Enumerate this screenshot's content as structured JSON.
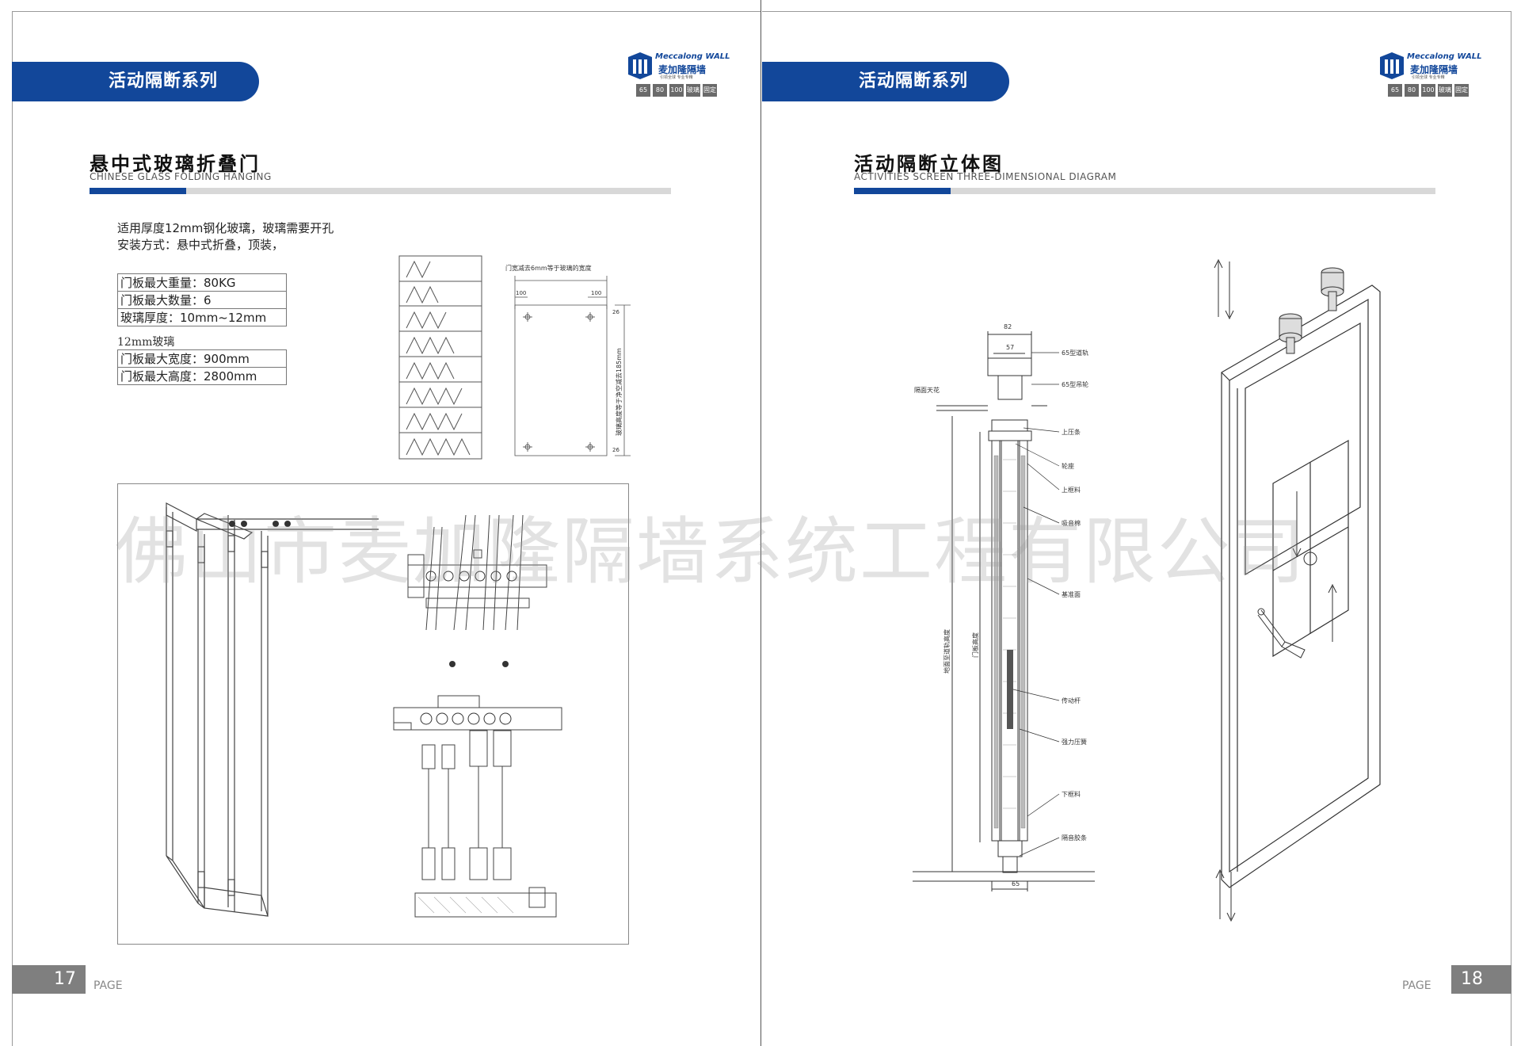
{
  "left_page": {
    "banner": "活动隔断系列",
    "logo": {
      "brand_en": "Meccalong WALL",
      "brand_cn": "麦加隆隔墙",
      "slogan": "引领全球 专业专精",
      "badges": [
        "65",
        "80",
        "100",
        "玻璃",
        "固定"
      ]
    },
    "section_title": "悬中式玻璃折叠门",
    "section_subtitle": "CHINESE GLASS FOLDING HANGING",
    "description": [
      "适用厚度12mm钢化玻璃，玻璃需要开孔",
      "安装方式：悬中式折叠，顶装，"
    ],
    "specs_1": [
      "门板最大重量：80KG",
      "门板最大数量：6",
      "玻璃厚度：10mm~12mm"
    ],
    "glass_label": "12mm玻璃",
    "specs_2": [
      "门板最大宽度：900mm",
      "门板最大高度：2800mm"
    ],
    "glass_drawing": {
      "top_note": "门宽减去6mm等于玻璃的宽度",
      "dim_left": "100",
      "dim_right": "100",
      "dim_top": "26",
      "dim_bottom": "26",
      "side_note": "玻璃高度等于净空减去185mm"
    },
    "page_number": "17",
    "page_label": "PAGE"
  },
  "right_page": {
    "banner": "活动隔断系列",
    "logo": {
      "brand_en": "Meccalong WALL",
      "brand_cn": "麦加隆隔墙",
      "slogan": "引领全球 专业专精",
      "badges": [
        "65",
        "80",
        "100",
        "玻璃",
        "固定"
      ]
    },
    "section_title": "活动隔断立体图",
    "section_subtitle": "ACTIVITIES SCREEN THREE-DIMENSIONAL DIAGRAM",
    "section_drawing": {
      "dim_82": "82",
      "dim_57": "57",
      "dim_65": "65",
      "ceiling_label": "隔面天花",
      "labels": [
        "65型道轨",
        "65型吊轮",
        "上压条",
        "轮座",
        "上框料",
        "吸音棉",
        "基准面",
        "传动杆",
        "强力压簧",
        "下框料",
        "隔音胶条"
      ],
      "vertical_left": "地面至道轨高度",
      "vertical_right": "门板高度"
    },
    "page_number": "18",
    "page_label": "PAGE"
  },
  "watermark": "佛山市麦加隆隔墙系统工程有限公司"
}
